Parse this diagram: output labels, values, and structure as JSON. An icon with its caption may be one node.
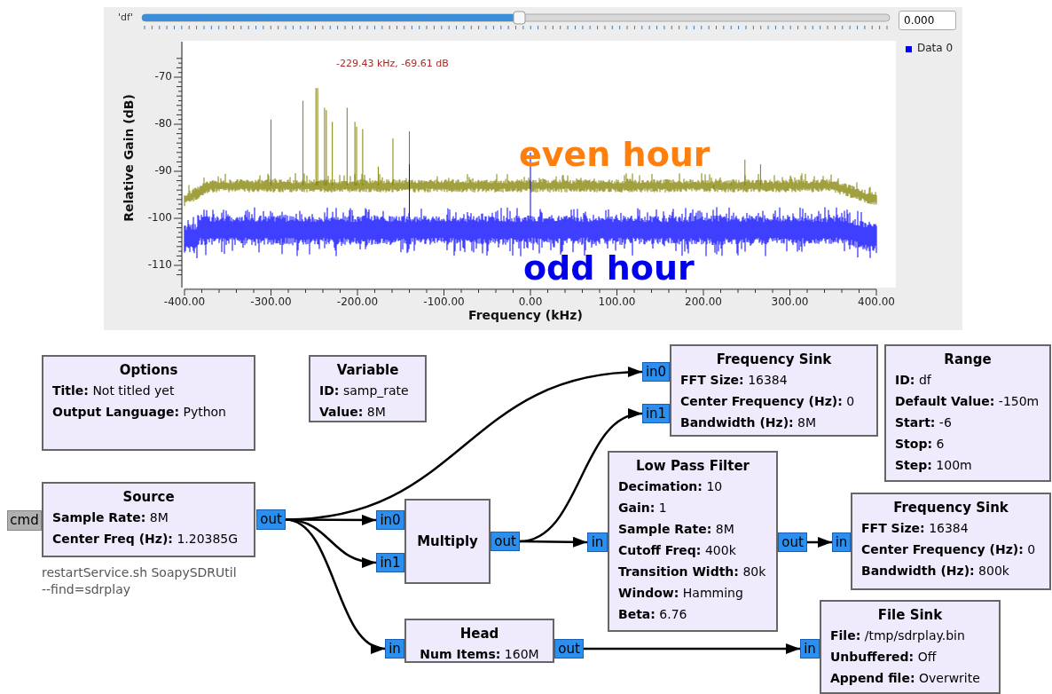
{
  "diagram": {
    "nodes": [
      {
        "text": [
          "Options",
          "**Title:** Not titled yet",
          "**Output Language:** Python"
        ]
      },
      {
        "text": [
          "Variable",
          "**ID:** samp_rate",
          "**Value:** 8M"
        ]
      },
      {
        "text": [
          "Source",
          "**Sample Rate:** 8M",
          "**Center Freq (Hz):** 1.20385G"
        ],
        "beside": [
          "restartService.sh SoapySDRUtil --find=sdrplay"
        ]
      },
      {
        "text": [
          "cmd"
        ]
      },
      {
        "text": [
          "out"
        ]
      },
      {
        "text": [
          "Multiply"
        ]
      },
      {
        "text": [
          "in0"
        ]
      },
      {
        "text": [
          "in1"
        ]
      },
      {
        "text": [
          "out"
        ]
      },
      {
        "text": [
          "Frequency Sink",
          "**FFT Size:** 16384",
          "**Center Frequency (Hz):** 0",
          "**Bandwidth (Hz):** 8M"
        ]
      },
      {
        "text": [
          "in0"
        ]
      },
      {
        "text": [
          "in1"
        ]
      },
      {
        "text": [
          "Range",
          "**ID:** df",
          "**Default Value:** -150m",
          "**Start:** -6",
          "**Stop:** 6",
          "**Step:** 100m"
        ]
      },
      {
        "text": [
          "Low Pass Filter",
          "**Decimation:** 10",
          "**Gain:** 1",
          "**Sample Rate:** 8M",
          "**Cutoff Freq:** 400k",
          "**Transition Width:** 80k",
          "**Window:** Hamming",
          "**Beta:** 6.76"
        ]
      },
      {
        "text": [
          "in"
        ]
      },
      {
        "text": [
          "out"
        ]
      },
      {
        "text": [
          "Frequency Sink",
          "**FFT Size:** 16384",
          "**Center Frequency (Hz):** 0",
          "**Bandwidth (Hz):** 800k"
        ]
      },
      {
        "text": [
          "in"
        ]
      },
      {
        "text": [
          "Head",
          "**Num Items:** 160M"
        ]
      },
      {
        "text": [
          "in"
        ]
      },
      {
        "text": [
          "out"
        ]
      },
      {
        "text": [
          "File Sink",
          "**File:** /tmp/sdrplay.bin",
          "**Unbuffered:** Off",
          "**Append file:** Overwrite"
        ]
      },
      {
        "text": [
          "in"
        ]
      }
    ],
    "edges": [
      {
        "from": 4,
        "to": 6,
        "arrow": "to"
      },
      {
        "from": 4,
        "to": 7,
        "arrow": "to"
      },
      {
        "from": 4,
        "to": 10,
        "arrow": "to"
      },
      {
        "from": 4,
        "to": 19,
        "arrow": "to"
      },
      {
        "from": 8,
        "to": 11,
        "arrow": "to"
      },
      {
        "from": 8,
        "to": 14,
        "arrow": "to"
      },
      {
        "from": 15,
        "to": 17,
        "arrow": "to"
      },
      {
        "from": 20,
        "to": 22,
        "arrow": "to"
      }
    ],
    "labels": [
      "'df'",
      "0.000",
      "-229.43 kHz, -69.61 dB",
      "even hour",
      "odd hour",
      "-70",
      "-80",
      "-90",
      "-100",
      "-110",
      "Relative Gain (dB)",
      "-400.00",
      "-300.00",
      "-200.00",
      "-100.00",
      "0.00",
      "100.00",
      "200.00",
      "300.00",
      "400.00",
      "Frequency (kHz)"
    ],
    "legend": [
      {
        "text": "Data 0",
        "color": "#0000ff"
      }
    ]
  }
}
